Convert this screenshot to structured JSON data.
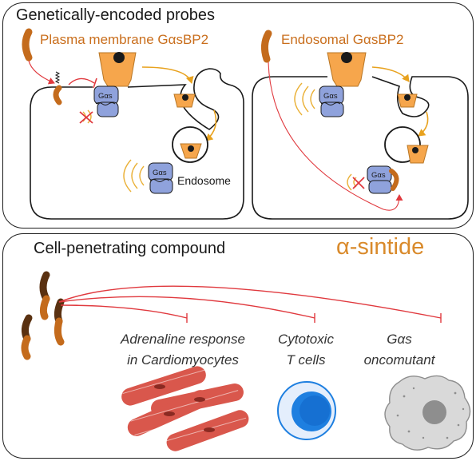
{
  "top_panel": {
    "title": "Genetically-encoded probes",
    "left_probe_label": "Plasma membrane GαsBP2",
    "right_probe_label": "Endosomal GαsBP2",
    "endosome_label": "Endosome",
    "galpha_label": "Gαs"
  },
  "bottom_panel": {
    "title": "Cell-penetrating compound",
    "compound_name": "α-sintide",
    "targets": [
      {
        "line1": "Adrenaline response",
        "line2": "in Cardiomyocytes"
      },
      {
        "line1": "Cytotoxic",
        "line2": "T cells"
      },
      {
        "line1": "Gαs",
        "line2": "oncomutant"
      }
    ]
  },
  "colors": {
    "peptide_orange": "#c46b1c",
    "peptide_dark": "#5a3111",
    "receptor_orange": "#f6a64c",
    "galpha_blue": "#8fa2dc",
    "inhibition_red": "#e0393e",
    "arrow_orange": "#e8a21e",
    "signal_yellow": "#eab036",
    "muscle_red": "#d9574c",
    "tcell_blue": "#1e7fe0",
    "tumor_grey": "#d9d9d9"
  }
}
